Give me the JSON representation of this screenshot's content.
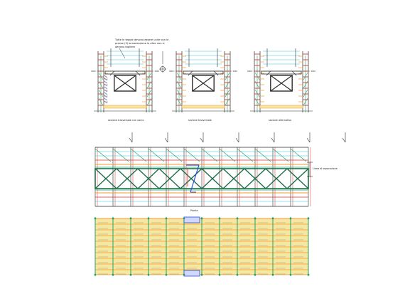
{
  "drawing": {
    "note_lines": [
      "Tutte le tegole devono essere unite con le",
      "presse (3) annodandone le altre non si",
      "devono togliere"
    ],
    "elevation_labels": [
      "sezione trasversale con varco",
      "sezione trasversale",
      "sezione alternativa"
    ],
    "side_label": "Linea di separazione",
    "plan_label": "Pianta",
    "colors": {
      "line": "#2c2c2c",
      "green": "#1fa36a",
      "red": "#d9352b",
      "orange": "#ef9a2d",
      "cyan": "#33c3d9",
      "blue": "#2f4fd6",
      "yellow": "#f5e7a2",
      "dark_green": "#1e6e4a"
    }
  }
}
